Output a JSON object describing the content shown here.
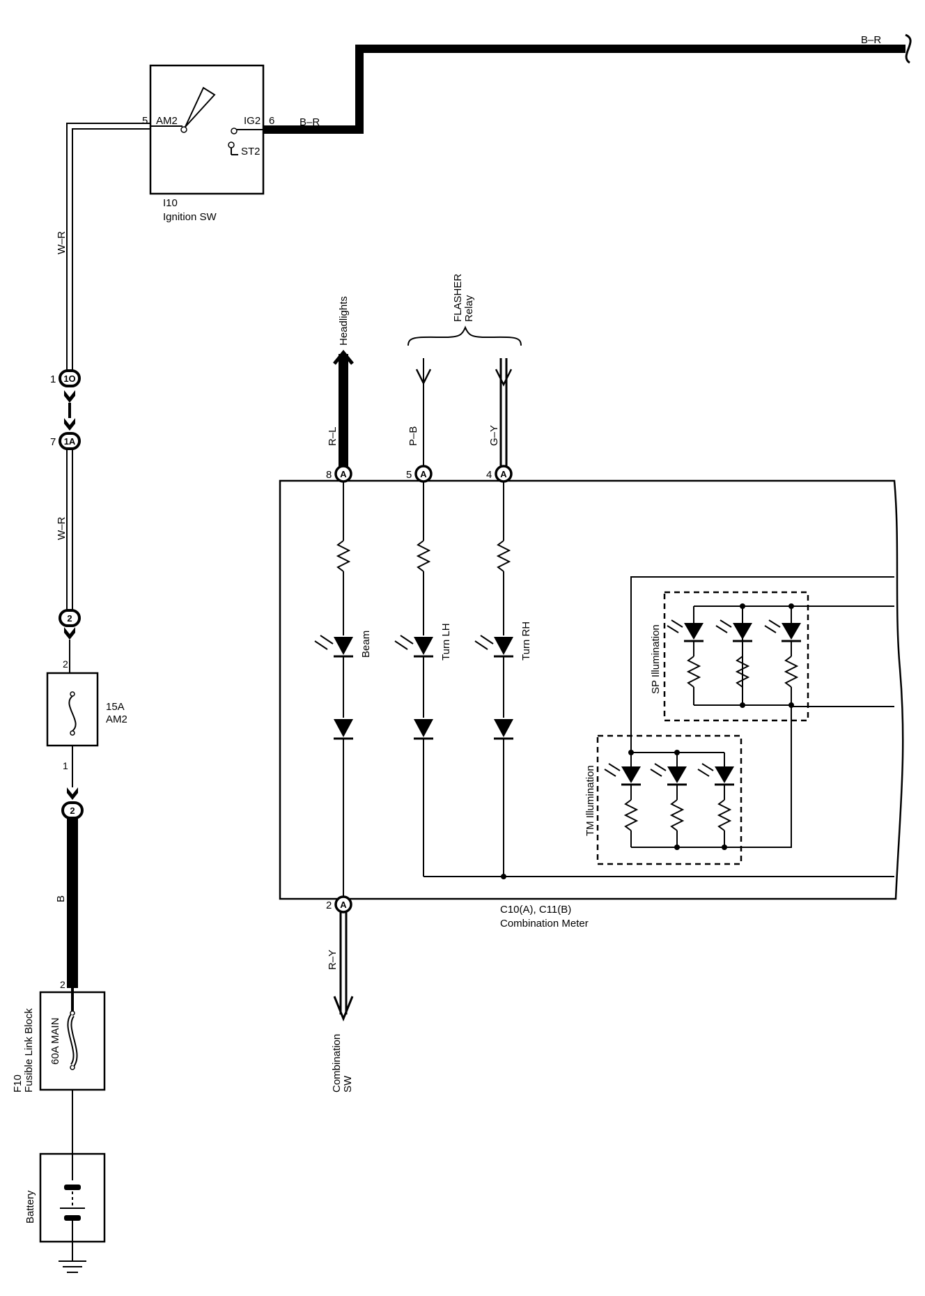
{
  "ignition_switch": {
    "id": "I10",
    "name": "Ignition SW",
    "pins": {
      "am2_num": "5",
      "am2": "AM2",
      "ig2": "IG2",
      "ig2_num": "6",
      "st2": "ST2"
    }
  },
  "wires": {
    "w_r_top": "W–R",
    "w_r_mid": "W–R",
    "b": "B",
    "b_r_top": "B–R",
    "b_r_ign": "B–R",
    "r_l": "R–L",
    "p_b": "P–B",
    "g_y": "G–Y",
    "r_y": "R–Y"
  },
  "connectors": {
    "c_10_num": "1",
    "c_10": "1O",
    "c_1a_num": "7",
    "c_1a": "1A",
    "c_2a": "2",
    "c_2b": "2",
    "fuse_top": "2",
    "fuse_bottom": "1",
    "fusible_top": "2"
  },
  "fuse_am2": {
    "rating": "15A",
    "name": "AM2"
  },
  "fusible_link": {
    "id": "F10",
    "name": "Fusible Link Block",
    "rating": "60A MAIN"
  },
  "battery": {
    "label": "Battery"
  },
  "destinations": {
    "headlights": "Headlights",
    "flasher_1": "FLASHER",
    "flasher_2": "Relay",
    "combination_sw_1": "Combination",
    "combination_sw_2": "SW"
  },
  "meter": {
    "id": "C10(A), C11(B)",
    "name": "Combination Meter",
    "pins": [
      {
        "num": "8",
        "conn": "A"
      },
      {
        "num": "5",
        "conn": "A"
      },
      {
        "num": "4",
        "conn": "A"
      },
      {
        "num": "2",
        "conn": "A"
      }
    ],
    "beam": "Beam",
    "turn_lh": "Turn LH",
    "turn_rh": "Turn RH",
    "sp_illum": "SP Illumination",
    "tm_illum": "TM Illumination"
  }
}
